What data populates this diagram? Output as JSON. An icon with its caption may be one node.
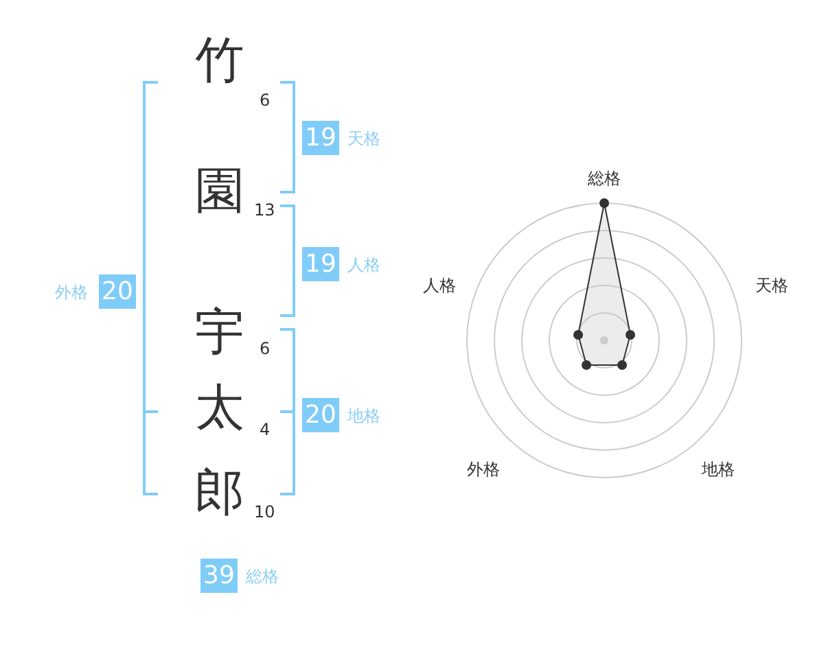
{
  "diagram": {
    "nodes": [
      {
        "text": [
          "19"
        ],
        "beside": [
          "天格"
        ]
      },
      {
        "text": [
          "19"
        ],
        "beside": [
          "人格"
        ]
      },
      {
        "text": [
          "20"
        ],
        "beside": [
          "外格"
        ]
      },
      {
        "text": [
          "20"
        ],
        "beside": [
          "地格"
        ]
      },
      {
        "text": [
          "39"
        ],
        "beside": [
          "総格"
        ]
      }
    ],
    "labels": [
      "竹",
      "6",
      "園",
      "13",
      "宇",
      "6",
      "太",
      "4",
      "郎",
      "10",
      "総格",
      "人格",
      "天格",
      "外格",
      "地格"
    ]
  }
}
